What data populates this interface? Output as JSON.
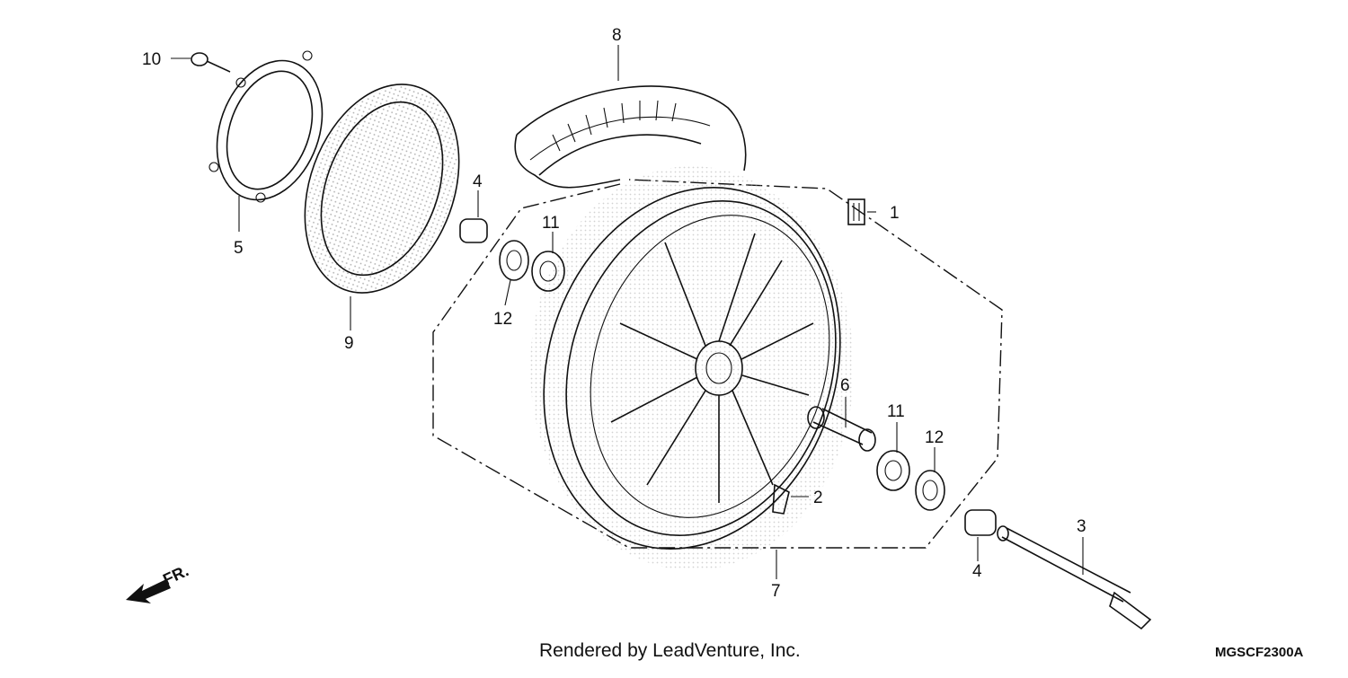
{
  "diagram": {
    "callouts": [
      {
        "id": "c10",
        "label": "10"
      },
      {
        "id": "c8",
        "label": "8"
      },
      {
        "id": "c4a",
        "label": "4"
      },
      {
        "id": "c11a",
        "label": "11"
      },
      {
        "id": "c1",
        "label": "1"
      },
      {
        "id": "c5",
        "label": "5"
      },
      {
        "id": "c12a",
        "label": "12"
      },
      {
        "id": "c9",
        "label": "9"
      },
      {
        "id": "c6",
        "label": "6"
      },
      {
        "id": "c11b",
        "label": "11"
      },
      {
        "id": "c12b",
        "label": "12"
      },
      {
        "id": "c2",
        "label": "2"
      },
      {
        "id": "c3",
        "label": "3"
      },
      {
        "id": "c4b",
        "label": "4"
      },
      {
        "id": "c7",
        "label": "7"
      }
    ],
    "direction_label": "FR.",
    "credit": "Rendered by LeadVenture, Inc.",
    "diagram_code": "MGSCF2300A"
  },
  "colors": {
    "ink": "#111111",
    "background": "#ffffff",
    "stipple": "#9a9a9a"
  },
  "icons": [
    "front-direction-arrow-icon"
  ]
}
